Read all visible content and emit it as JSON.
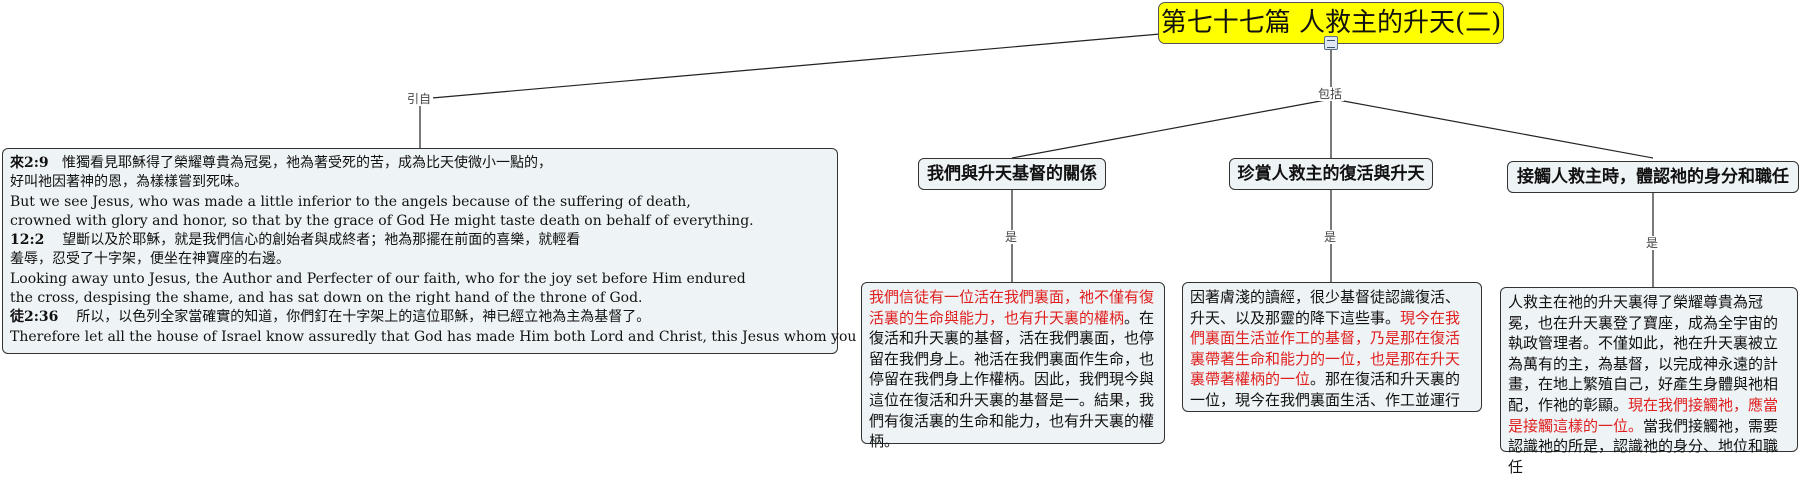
{
  "root": {
    "title": "第七十七篇 人救主的升天(二)",
    "icon": "note-icon"
  },
  "links": {
    "intro": "引自",
    "includes": "包括",
    "is_1": "是",
    "is_2": "是",
    "is_3": "是"
  },
  "scripture": {
    "lines": [
      {
        "ref": "來2:9",
        "text": "惟獨看見耶穌得了榮耀尊貴為冠冕，祂為著受死的苦，成為比天使微小一點的，"
      },
      {
        "ref": "",
        "text": "好叫祂因著神的恩，為樣樣嘗到死味。"
      },
      {
        "ref": "",
        "text": "But we see Jesus, who was made a little inferior to the angels because of the suffering of death,"
      },
      {
        "ref": "",
        "text": "crowned with glory and honor, so that by the grace of God He might taste death on behalf of everything."
      },
      {
        "ref": "12:2",
        "text": "望斷以及於耶穌，就是我們信心的創始者與成終者；祂為那擺在前面的喜樂，就輕看"
      },
      {
        "ref": "",
        "text": "羞辱，忍受了十字架，便坐在神寶座的右邊。"
      },
      {
        "ref": "",
        "text": "Looking away unto Jesus, the Author and Perfecter of our faith, who for the joy set before Him endured"
      },
      {
        "ref": "",
        "text": "the cross, despising the shame, and has sat down on the right hand of the throne of God."
      },
      {
        "ref": "徒2:36",
        "text": "所以，以色列全家當確實的知道，你們釘在十字架上的這位耶穌，神已經立祂為主為基督了。"
      },
      {
        "ref": "",
        "text": "Therefore let all the house of Israel know assuredly that God has made Him both Lord and Christ, this Jesus whom you have crucified."
      }
    ]
  },
  "branches": [
    {
      "heading": "我們與升天基督的關係",
      "detail_red": "我們信徒有一位活在我們裏面，祂不僅有復活裏的生命與能力，也有升天裏的權柄",
      "detail_rest": "。在復活和升天裏的基督，活在我們裏面，也停留在我們身上。祂活在我們裏面作生命，也停留在我們身上作權柄。因此，我們現今與這位在復活和升天裏的基督是一。結果，我們有復活裏的生命和能力，也有升天裏的權柄。"
    },
    {
      "heading": "珍賞人救主的復活與升天",
      "detail_pre": "因著膚淺的讀經，很少基督徒認識復活、升天、以及那靈的降下這些事。",
      "detail_red": "現今在我們裏面生活並作工的基督，乃是那在復活裏帶著生命和能力的一位，也是那在升天裏帶著權柄的一位",
      "detail_post": "。那在復活和升天裏的一位，現今在我們裏面生活、作工並運行"
    },
    {
      "heading": "接觸人救主時，體認祂的身分和職任",
      "detail_pre": "人救主在祂的升天裏得了榮耀尊貴為冠冕，也在升天裏登了寶座，成為全宇宙的執政管理者。不僅如此，祂在升天裏被立為萬有的主，為基督，以完成神永遠的計畫，在地上繁殖自己，好產生身體與祂相配，作祂的彰顯。",
      "detail_red": "現在我們接觸祂，應當是接觸這樣的一位。",
      "detail_post": "當我們接觸祂，需要認識祂的所是，認識祂的身分、地位和職任"
    }
  ]
}
